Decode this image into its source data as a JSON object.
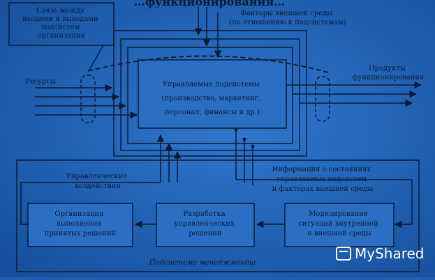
{
  "top_title": "…функционирования…",
  "labels": {
    "connection": [
      "Связь между",
      "входами и выходами",
      "подсистем",
      "организации"
    ],
    "env_factors": [
      "Факторы внешней среды",
      "(по отношению к подсистемам)"
    ],
    "resources": "Ресурсы",
    "products": [
      "Продукты",
      "функционирования"
    ],
    "managed_subsystems": [
      "Управляемые подсистемы",
      "(производство, маркетинг,",
      "персонал, финансы и др.)"
    ],
    "management_actions": [
      "Управленческие",
      "воздействия"
    ],
    "info_state": [
      "Информация о состояниях",
      "управляемых подсистем",
      "и факторах внешней среды"
    ],
    "box_org": [
      "Организация",
      "выполнения",
      "принятых решений"
    ],
    "box_dev": [
      "Разработка",
      "управленческих",
      "решений"
    ],
    "box_model": [
      "Моделирование",
      "ситуаций внутренней",
      "и внешней среды"
    ],
    "mgmt_subsystem": "Подсистема менеджмента"
  },
  "watermark": "MyShared",
  "colors": {
    "bg": "#1d5fb4",
    "line": "#0b1a33",
    "box_fill": "#2a6fc4"
  }
}
